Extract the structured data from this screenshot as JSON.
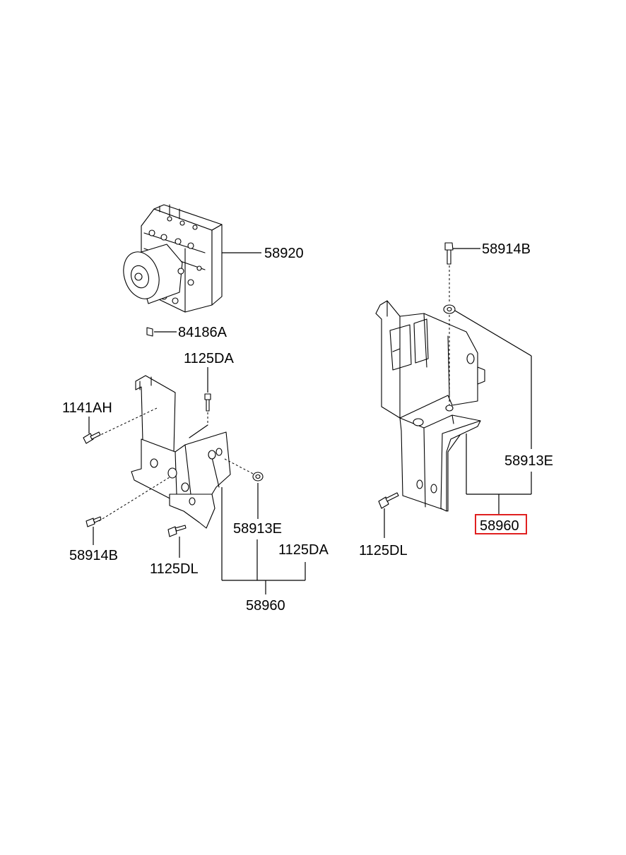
{
  "labels": {
    "abs_unit": "58920",
    "clip": "84186A",
    "left_top_bolt": "1125DA",
    "left_side_bolt": "1141AH",
    "left_lower_bolt": "58914B",
    "left_nut": "58913E",
    "left_bottom_bolt": "1125DL",
    "left_bracket_bolt": "1125DA",
    "left_bracket": "58960",
    "right_top_bolt": "58914B",
    "right_nut": "58913E",
    "right_bracket": "58960",
    "right_bolt": "1125DL"
  },
  "highlight_color": "#e02020"
}
